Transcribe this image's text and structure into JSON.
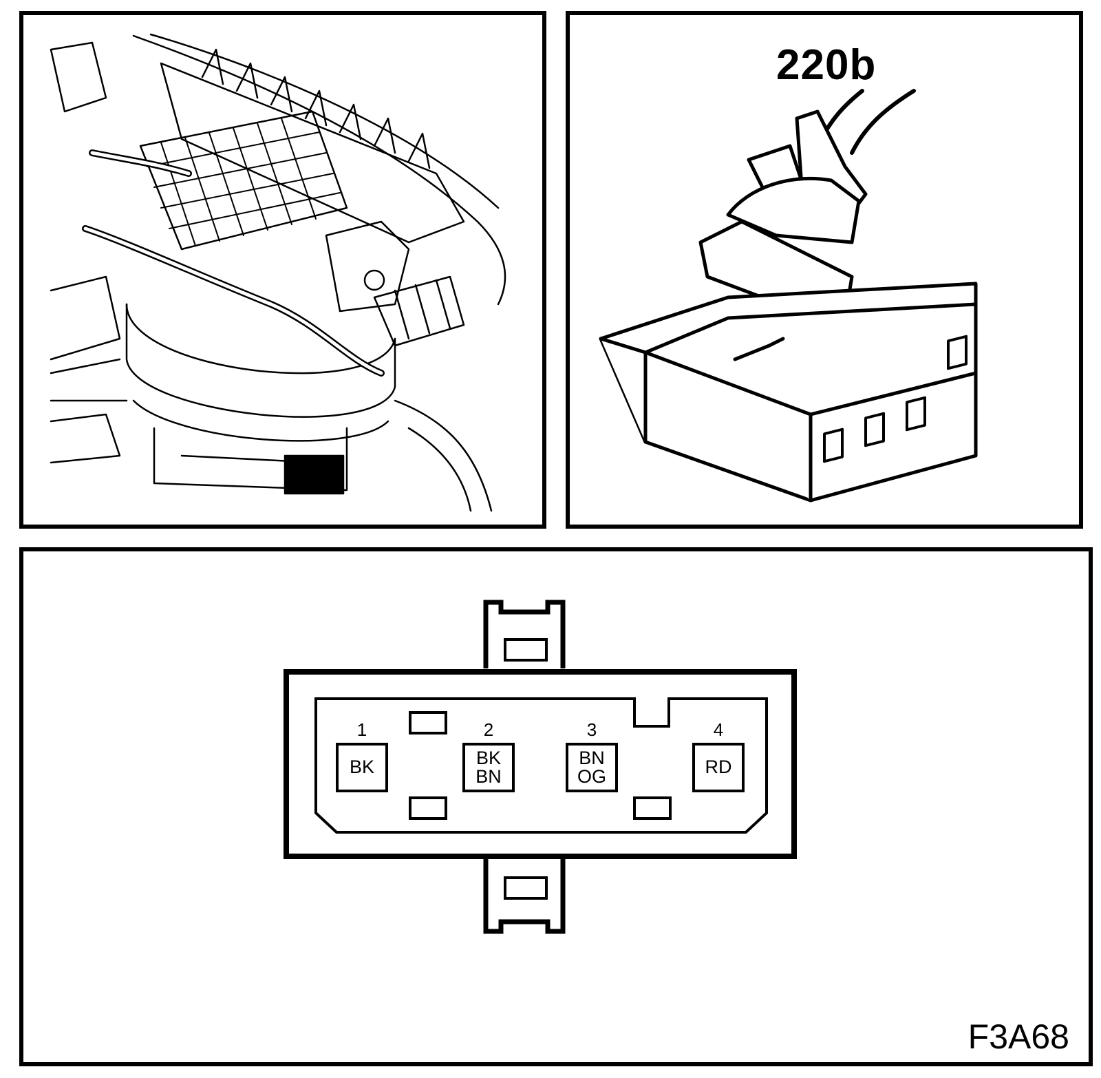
{
  "connector": {
    "label": "220b"
  },
  "pins": [
    {
      "number": "1",
      "color_code": "BK"
    },
    {
      "number": "2",
      "color_code": "BK\nBN"
    },
    {
      "number": "3",
      "color_code": "BN\nOG"
    },
    {
      "number": "4",
      "color_code": "RD"
    }
  ],
  "figure_code": "F3A68"
}
